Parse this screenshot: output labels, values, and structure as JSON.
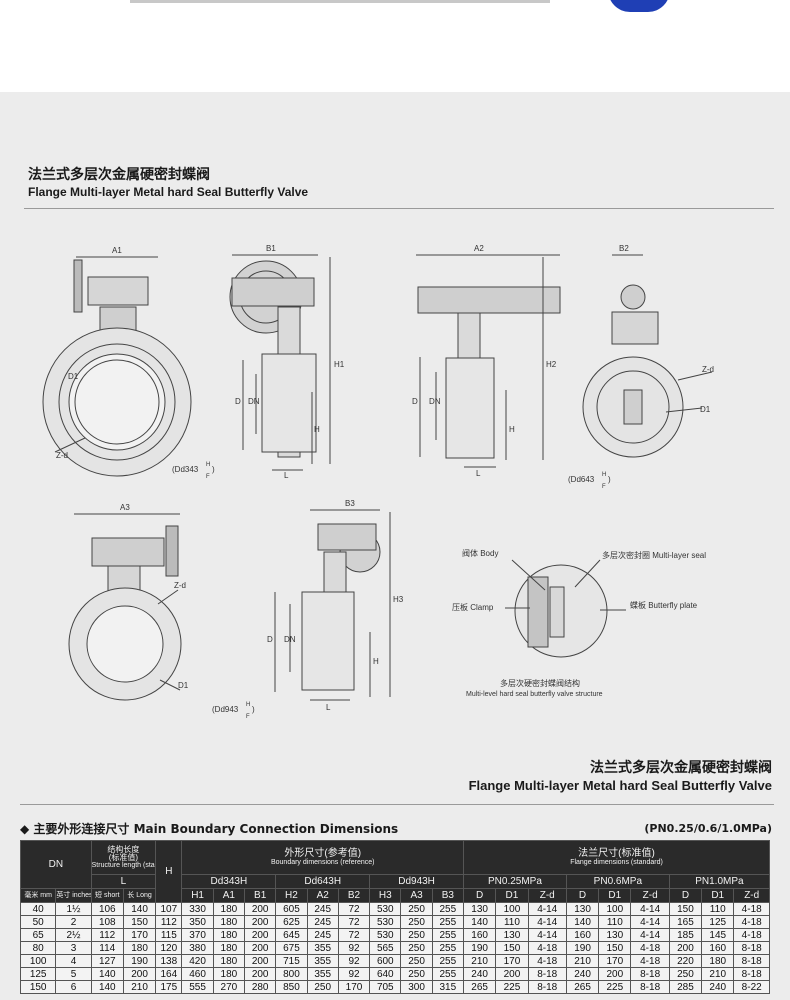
{
  "banner": {
    "accent_color": "#1f3fb5"
  },
  "heading_top": {
    "cn": "法兰式多层次金属硬密封蝶阀",
    "en": "Flange Multi-layer Metal hard Seal Butterfly Valve"
  },
  "drawing_labels": {
    "a1": "A1",
    "b1": "B1",
    "a2": "A2",
    "b2": "B2",
    "a3": "A3",
    "b3": "B3",
    "h1": "H1",
    "h2": "H2",
    "h3": "H3",
    "h": "H",
    "l": "L",
    "d": "D",
    "dn": "DN",
    "d1": "D1",
    "zd": "Z-d",
    "model1": "(Dd343",
    "model2": "(Dd643",
    "model3": "(Dd943",
    "sup_h": "H",
    "sub_f": "F",
    "paren": ")",
    "part_body": "阀体 Body",
    "part_seal": "多层次密封圈 Multi-layer seal",
    "part_clamp": "压板 Clamp",
    "part_plate": "蝶板 Butterfly plate",
    "struct_cn": "多层次硬密封蝶阀结构",
    "struct_en": "Multi-level hard seal butterfly valve structure"
  },
  "heading_bottom": {
    "cn": "法兰式多层次金属硬密封蝶阀",
    "en": "Flange Multi-layer Metal hard Seal Butterfly Valve"
  },
  "section": {
    "title": "◆ 主要外形连接尺寸 Main Boundary Connection Dimensions",
    "pressure": "(PN0.25/0.6/1.0MPa)"
  },
  "table": {
    "dn": "DN",
    "struct_cn": "结构长度\n(标准值)",
    "struct_en": "Structure length (standard)",
    "L": "L",
    "H": "H",
    "boundary_cn": "外形尺寸(参考值)",
    "boundary_en": "Boundary dimensions (reference)",
    "flange_cn": "法兰尺寸(标准值)",
    "flange_en": "Flange dimensions (standard)",
    "mm": "毫米 mm",
    "inch": "英寸 inches",
    "short": "短 short",
    "long": "长 Long",
    "groups": [
      "Dd343H",
      "Dd643H",
      "Dd943H"
    ],
    "pn": [
      "PN0.25MPa",
      "PN0.6MPa",
      "PN1.0MPa"
    ],
    "sub": [
      "H1",
      "A1",
      "B1",
      "H2",
      "A2",
      "B2",
      "H3",
      "A3",
      "B3",
      "D",
      "D1",
      "Z-d",
      "D",
      "D1",
      "Z-d",
      "D",
      "D1",
      "Z-d"
    ],
    "rows": [
      [
        "40",
        "1½",
        "106",
        "140",
        "107",
        "330",
        "180",
        "200",
        "605",
        "245",
        "72",
        "530",
        "250",
        "255",
        "130",
        "100",
        "4-14",
        "130",
        "100",
        "4-14",
        "150",
        "110",
        "4-18"
      ],
      [
        "50",
        "2",
        "108",
        "150",
        "112",
        "350",
        "180",
        "200",
        "625",
        "245",
        "72",
        "530",
        "250",
        "255",
        "140",
        "110",
        "4-14",
        "140",
        "110",
        "4-14",
        "165",
        "125",
        "4-18"
      ],
      [
        "65",
        "2½",
        "112",
        "170",
        "115",
        "370",
        "180",
        "200",
        "645",
        "245",
        "72",
        "530",
        "250",
        "255",
        "160",
        "130",
        "4-14",
        "160",
        "130",
        "4-14",
        "185",
        "145",
        "4-18"
      ],
      [
        "80",
        "3",
        "114",
        "180",
        "120",
        "380",
        "180",
        "200",
        "675",
        "355",
        "92",
        "565",
        "250",
        "255",
        "190",
        "150",
        "4-18",
        "190",
        "150",
        "4-18",
        "200",
        "160",
        "8-18"
      ],
      [
        "100",
        "4",
        "127",
        "190",
        "138",
        "420",
        "180",
        "200",
        "715",
        "355",
        "92",
        "600",
        "250",
        "255",
        "210",
        "170",
        "4-18",
        "210",
        "170",
        "4-18",
        "220",
        "180",
        "8-18"
      ],
      [
        "125",
        "5",
        "140",
        "200",
        "164",
        "460",
        "180",
        "200",
        "800",
        "355",
        "92",
        "640",
        "250",
        "255",
        "240",
        "200",
        "8-18",
        "240",
        "200",
        "8-18",
        "250",
        "210",
        "8-18"
      ],
      [
        "150",
        "6",
        "140",
        "210",
        "175",
        "555",
        "270",
        "280",
        "850",
        "250",
        "170",
        "705",
        "300",
        "315",
        "265",
        "225",
        "8-18",
        "265",
        "225",
        "8-18",
        "285",
        "240",
        "8-22"
      ]
    ]
  }
}
